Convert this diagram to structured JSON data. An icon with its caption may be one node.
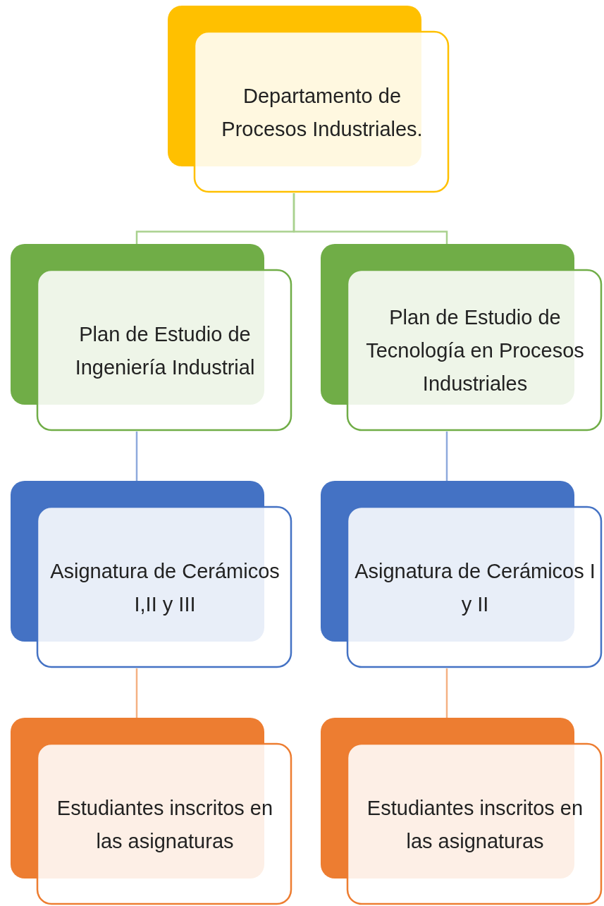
{
  "diagram": {
    "nodes": [
      {
        "text": [
          "Departamento de Procesos Industriales."
        ]
      },
      {
        "text": [
          "Plan de Estudio de Ingeniería Industrial"
        ]
      },
      {
        "text": [
          "Plan de Estudio de Tecnología en Procesos Industriales"
        ]
      },
      {
        "text": [
          "Asignatura de Cerámicos I,II y III"
        ]
      },
      {
        "text": [
          "Asignatura de Cerámicos I y II"
        ]
      },
      {
        "text": [
          "Estudiantes inscritos en las asignaturas"
        ]
      },
      {
        "text": [
          "Estudiantes inscritos en las asignaturas"
        ]
      }
    ],
    "edges": [
      {
        "from": 0,
        "to": 1,
        "arrow": "none",
        "color": "#a9d18e"
      },
      {
        "from": 0,
        "to": 2,
        "arrow": "none",
        "color": "#a9d18e"
      },
      {
        "from": 1,
        "to": 3,
        "arrow": "none",
        "color": "#8faadc"
      },
      {
        "from": 2,
        "to": 4,
        "arrow": "none",
        "color": "#8faadc"
      },
      {
        "from": 3,
        "to": 5,
        "arrow": "none",
        "color": "#f4b183"
      },
      {
        "from": 4,
        "to": 6,
        "arrow": "none",
        "color": "#f4b183"
      }
    ]
  }
}
